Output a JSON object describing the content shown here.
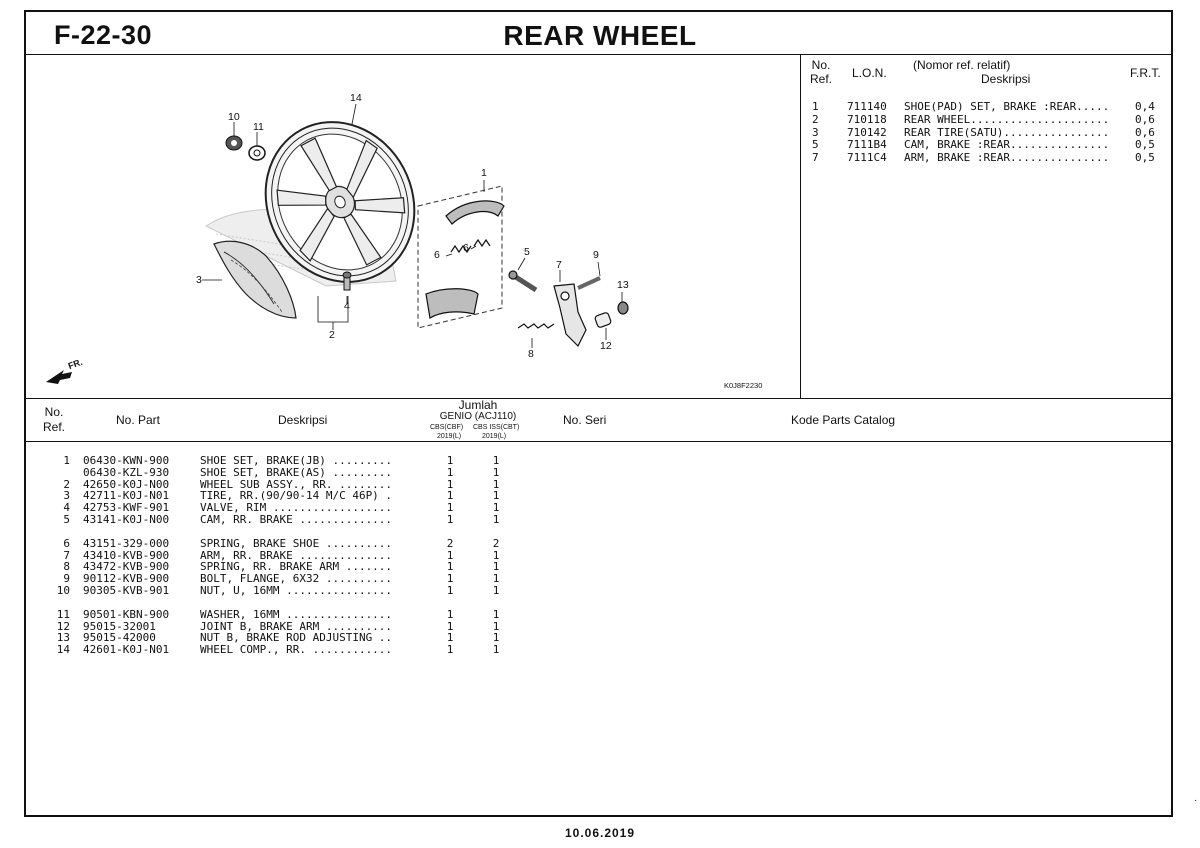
{
  "header": {
    "code": "F-22-30",
    "title": "REAR WHEEL"
  },
  "lon_table": {
    "headers": {
      "no": "No.",
      "ref": "Ref.",
      "lon": "L.O.N.",
      "desc_top": "(Nomor ref. relatif)",
      "desc": "Deskripsi",
      "frt": "F.R.T."
    },
    "rows": [
      {
        "ref": "1",
        "lon": "711140",
        "desc": "SHOE(PAD) SET, BRAKE :REAR.....",
        "frt": "0,4"
      },
      {
        "ref": "2",
        "lon": "710118",
        "desc": "REAR WHEEL.....................",
        "frt": "0,6"
      },
      {
        "ref": "3",
        "lon": "710142",
        "desc": "REAR TIRE(SATU)................",
        "frt": "0,6"
      },
      {
        "ref": "5",
        "lon": "7111B4",
        "desc": "CAM, BRAKE :REAR...............",
        "frt": "0,5"
      },
      {
        "ref": "7",
        "lon": "7111C4",
        "desc": "ARM, BRAKE :REAR...............",
        "frt": "0,5"
      }
    ]
  },
  "diagram": {
    "labels": [
      "1",
      "2",
      "3",
      "4",
      "5",
      "6",
      "6",
      "7",
      "8",
      "9",
      "10",
      "11",
      "12",
      "13",
      "14"
    ],
    "fr_label": "FR.",
    "code": "K0J8F2230"
  },
  "parts_table": {
    "headers": {
      "no": "No.",
      "ref": "Ref.",
      "part": "No. Part",
      "desc": "Deskripsi",
      "jumlah": "Jumlah",
      "model": "GENIO (ACJ110)",
      "col1": "CBS(CBF)",
      "col2": "CBS ISS(CBT)",
      "year1": "2019(L)",
      "year2": "2019(L)",
      "seri": "No. Seri",
      "catalog": "Kode Parts Catalog"
    },
    "groups": [
      [
        {
          "ref": "1",
          "part": "06430-KWN-900",
          "desc": "SHOE SET, BRAKE(JB) .........",
          "q1": "1",
          "q2": "1"
        },
        {
          "ref": "",
          "part": "06430-KZL-930",
          "desc": "SHOE SET, BRAKE(AS) .........",
          "q1": "1",
          "q2": "1"
        },
        {
          "ref": "2",
          "part": "42650-K0J-N00",
          "desc": "WHEEL SUB ASSY., RR. ........",
          "q1": "1",
          "q2": "1"
        },
        {
          "ref": "3",
          "part": "42711-K0J-N01",
          "desc": "TIRE, RR.(90/90-14 M/C 46P) .",
          "q1": "1",
          "q2": "1"
        },
        {
          "ref": "4",
          "part": "42753-KWF-901",
          "desc": "VALVE, RIM ..................",
          "q1": "1",
          "q2": "1"
        },
        {
          "ref": "5",
          "part": "43141-K0J-N00",
          "desc": "CAM, RR. BRAKE ..............",
          "q1": "1",
          "q2": "1"
        }
      ],
      [
        {
          "ref": "6",
          "part": "43151-329-000",
          "desc": "SPRING, BRAKE SHOE ..........",
          "q1": "2",
          "q2": "2"
        },
        {
          "ref": "7",
          "part": "43410-KVB-900",
          "desc": "ARM, RR. BRAKE ..............",
          "q1": "1",
          "q2": "1"
        },
        {
          "ref": "8",
          "part": "43472-KVB-900",
          "desc": "SPRING, RR. BRAKE ARM .......",
          "q1": "1",
          "q2": "1"
        },
        {
          "ref": "9",
          "part": "90112-KVB-900",
          "desc": "BOLT, FLANGE, 6X32 ..........",
          "q1": "1",
          "q2": "1"
        },
        {
          "ref": "10",
          "part": "90305-KVB-901",
          "desc": "NUT, U, 16MM ................",
          "q1": "1",
          "q2": "1"
        }
      ],
      [
        {
          "ref": "11",
          "part": "90501-KBN-900",
          "desc": "WASHER, 16MM ................",
          "q1": "1",
          "q2": "1"
        },
        {
          "ref": "12",
          "part": "95015-32001",
          "desc": "JOINT B, BRAKE ARM ..........",
          "q1": "1",
          "q2": "1"
        },
        {
          "ref": "13",
          "part": "95015-42000",
          "desc": "NUT B, BRAKE ROD ADJUSTING ..",
          "q1": "1",
          "q2": "1"
        },
        {
          "ref": "14",
          "part": "42601-K0J-N01",
          "desc": "WHEEL COMP., RR. ............",
          "q1": "1",
          "q2": "1"
        }
      ]
    ]
  },
  "footer": {
    "date": "10.06.2019",
    "corner_mark": "·"
  }
}
